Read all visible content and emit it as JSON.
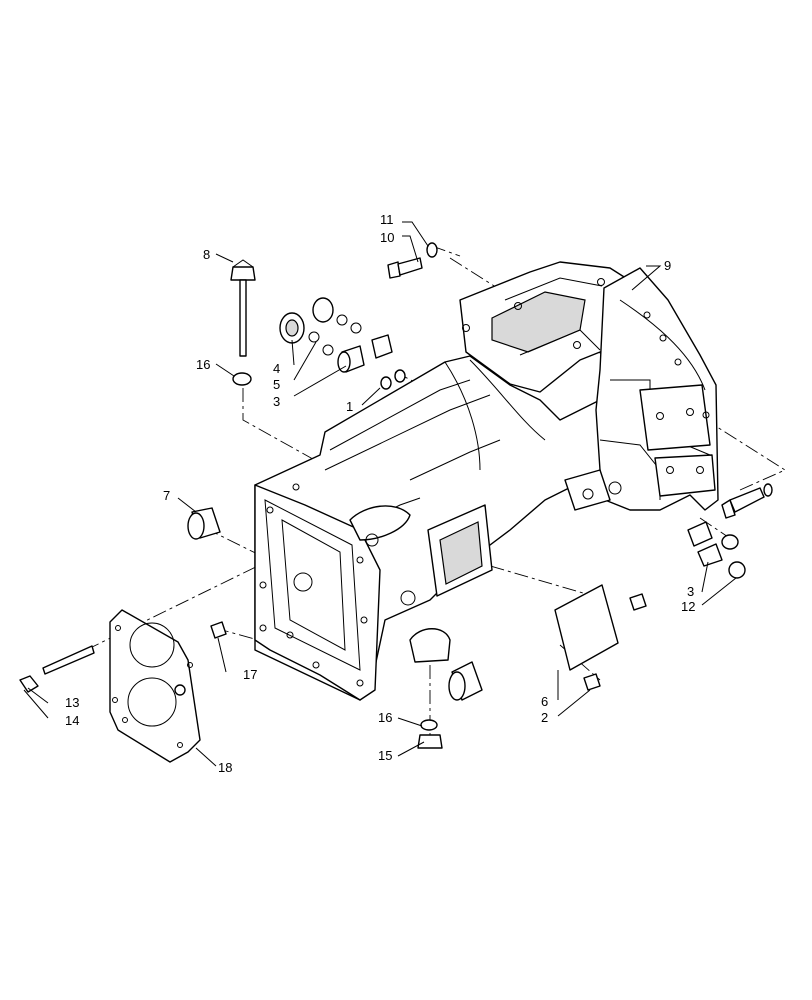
{
  "callouts": [
    {
      "id": "c1",
      "label": "1"
    },
    {
      "id": "c2",
      "label": "2"
    },
    {
      "id": "c3a",
      "label": "3"
    },
    {
      "id": "c3b",
      "label": "3"
    },
    {
      "id": "c4",
      "label": "4"
    },
    {
      "id": "c5",
      "label": "5"
    },
    {
      "id": "c6",
      "label": "6"
    },
    {
      "id": "c7",
      "label": "7"
    },
    {
      "id": "c8",
      "label": "8"
    },
    {
      "id": "c9",
      "label": "9"
    },
    {
      "id": "c10",
      "label": "10"
    },
    {
      "id": "c11",
      "label": "11"
    },
    {
      "id": "c12",
      "label": "12"
    },
    {
      "id": "c13",
      "label": "13"
    },
    {
      "id": "c14",
      "label": "14"
    },
    {
      "id": "c15",
      "label": "15"
    },
    {
      "id": "c16a",
      "label": "16"
    },
    {
      "id": "c16b",
      "label": "16"
    },
    {
      "id": "c17",
      "label": "17"
    },
    {
      "id": "c18",
      "label": "18"
    }
  ],
  "colors": {
    "line": "#000000",
    "background": "#ffffff",
    "shade": "#d9d9d9"
  }
}
